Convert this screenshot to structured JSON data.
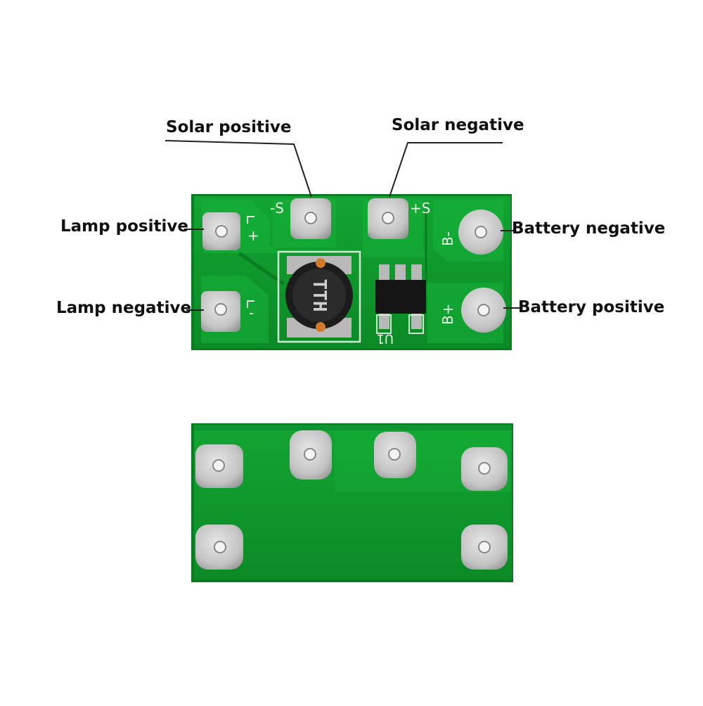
{
  "labels": {
    "solar_positive": "Solar positive",
    "solar_negative": "Solar negative",
    "lamp_positive": "Lamp positive",
    "lamp_negative": "Lamp negative",
    "battery_negative": "Battery negative",
    "battery_positive": "Battery positive"
  },
  "silkscreen": {
    "s_minus": "-S",
    "s_plus": "+S",
    "lamp_plus": "+",
    "lamp_minus": "-",
    "b_minus": "B-",
    "b_plus": "B+",
    "ic_ref": "U1",
    "inductor_marking": "TTH"
  },
  "colors": {
    "pcb_green": "#0f9a2c",
    "pad_silver": "#c9c9c9",
    "inductor_black": "#1c1c1c",
    "label_text": "#111111"
  }
}
